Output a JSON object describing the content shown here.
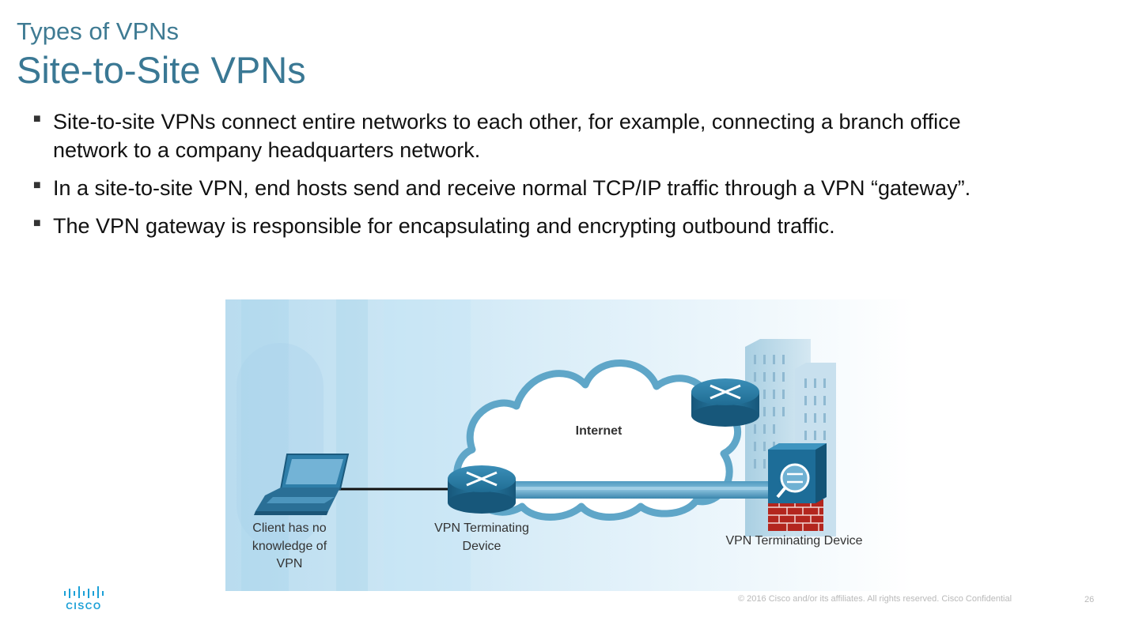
{
  "header": {
    "subtitle": "Types of VPNs",
    "title": "Site-to-Site VPNs"
  },
  "bullets": [
    "Site-to-site VPNs connect entire networks to each other, for example, connecting a branch office network to a company headquarters network.",
    "In a site-to-site VPN, end hosts send and receive normal TCP/IP traffic through a VPN “gateway”.",
    "The VPN gateway is responsible for encapsulating and encrypting outbound traffic."
  ],
  "diagram": {
    "cloud_label": "Internet",
    "client_label": [
      "Client has no",
      "knowledge of",
      "VPN"
    ],
    "left_device_label": [
      "VPN Terminating",
      "Device"
    ],
    "right_device_label": "VPN Terminating Device"
  },
  "footer": {
    "copyright": "© 2016  Cisco and/or its affiliates. All rights reserved.   Cisco Confidential",
    "page_number": "26",
    "logo_text": "CISCO"
  },
  "colors": {
    "title": "#3a7894",
    "router": "#1e6f95",
    "cloud_stroke": "#5fa6c8",
    "firewall": "#b3261e"
  }
}
